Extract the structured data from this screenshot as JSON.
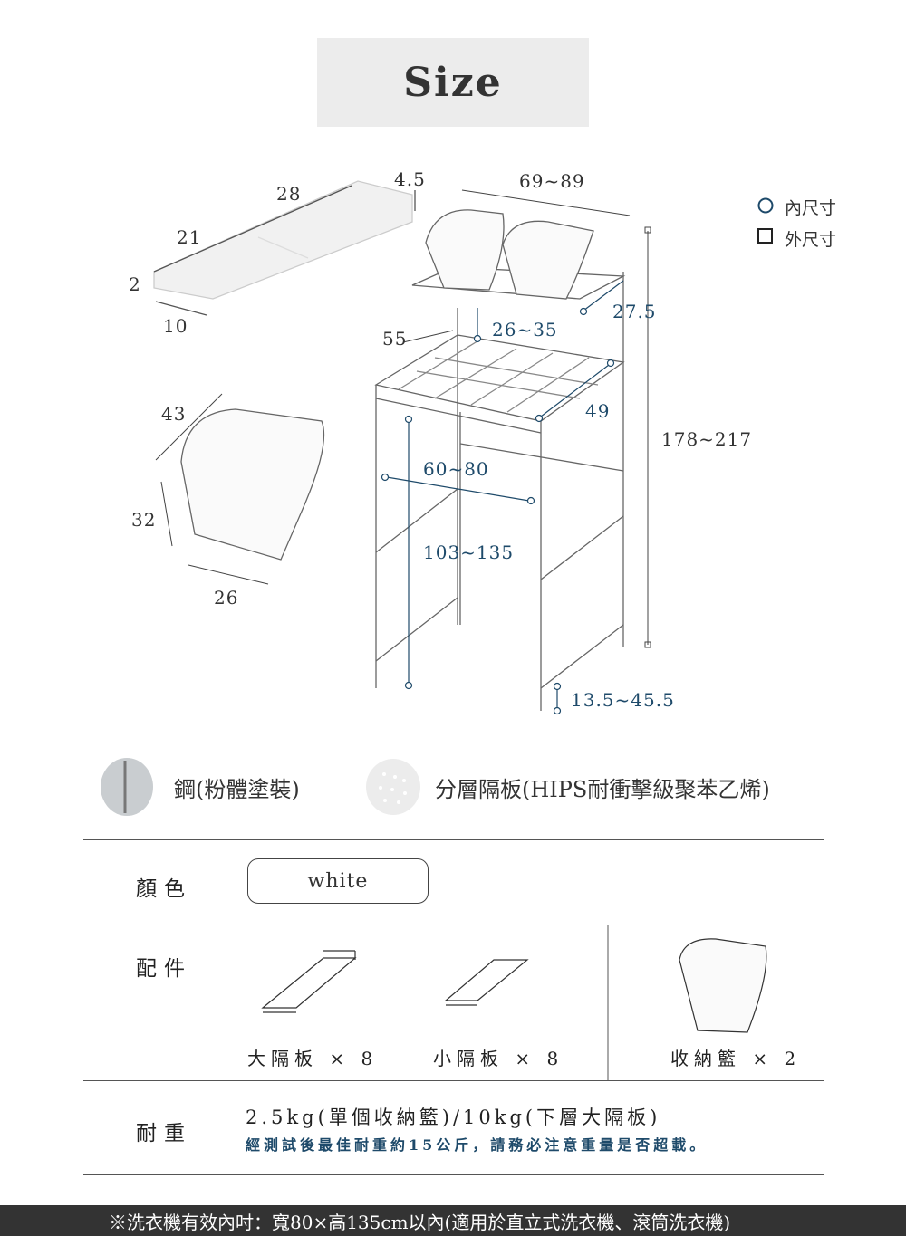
{
  "title": "Size",
  "legend": {
    "inner": "內尺寸",
    "outer": "外尺寸"
  },
  "dimensions": {
    "shelf_length": "28",
    "shelf_lip": "4.5",
    "shelf_width": "21",
    "shelf_height": "2",
    "shelf_small": "10",
    "top_width": "69~89",
    "basket_gap": "26~35",
    "top_depth": "27.5",
    "rack_depth": "55",
    "shelf_depth": "49",
    "basket_length": "43",
    "basket_height": "32",
    "basket_width": "26",
    "inner_width": "60~80",
    "inner_height": "103~135",
    "total_height": "178~217",
    "foot": "13.5~45.5"
  },
  "materials": [
    {
      "label": "鋼(粉體塗裝)"
    },
    {
      "label": "分層隔板(HIPS耐衝擊級聚苯乙烯)"
    }
  ],
  "color": {
    "label": "顏色",
    "value": "white"
  },
  "accessories": {
    "label": "配件",
    "items": [
      {
        "label": "大隔板 × 8"
      },
      {
        "label": "小隔板 × 8"
      },
      {
        "label": "收納籃 × 2"
      }
    ]
  },
  "load": {
    "label": "耐重",
    "line1": "2.5kg(單個收納籃)/10kg(下層大隔板)",
    "line2": "經測試後最佳耐重約15公斤，請務必注意重量是否超載。"
  },
  "footer": "※洗衣機有效內吋：寬80×高135cm以內(適用於直立式洗衣機、滾筒洗衣機)",
  "colors": {
    "accent": "#1e4a6a",
    "footer_bg": "#333333"
  }
}
